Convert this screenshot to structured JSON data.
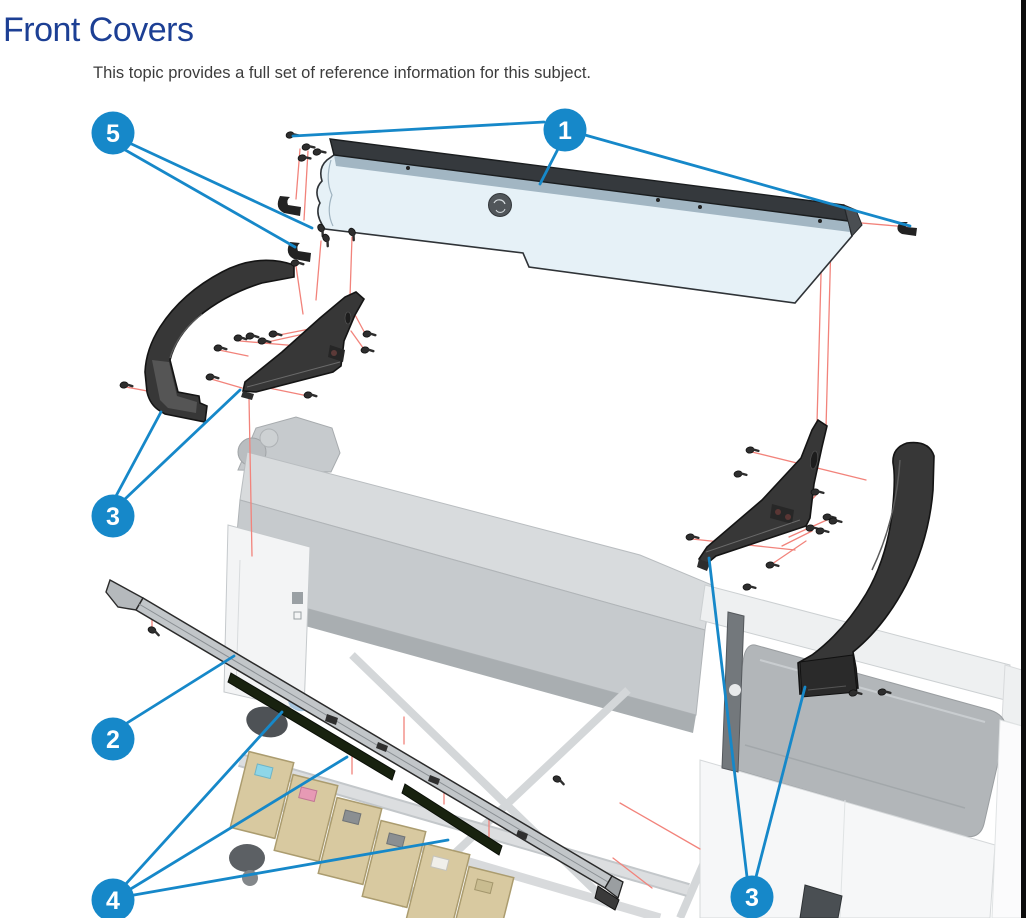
{
  "page": {
    "title": "Front Covers",
    "subtitle": "This topic provides a full set of reference information for this subject."
  },
  "figure": {
    "description_name": "front-covers-exploded-parts-diagram",
    "callouts": {
      "c1": {
        "label": "1"
      },
      "c2": {
        "label": "2"
      },
      "c3_left": {
        "label": "3"
      },
      "c3_right": {
        "label": "3"
      },
      "c4": {
        "label": "4"
      },
      "c5": {
        "label": "5"
      }
    },
    "colors": {
      "title_blue": "#1c3f94",
      "callout_blue": "#1688c9",
      "leader_red": "#f2837b",
      "window_glass": "#e6f1f7",
      "window_bar": "#35393d",
      "part_dark": "#373737",
      "machine_gray": "#c6cacd",
      "cartridge_tan": "#d8c9a0",
      "rubber_strip": "#18220f"
    }
  }
}
